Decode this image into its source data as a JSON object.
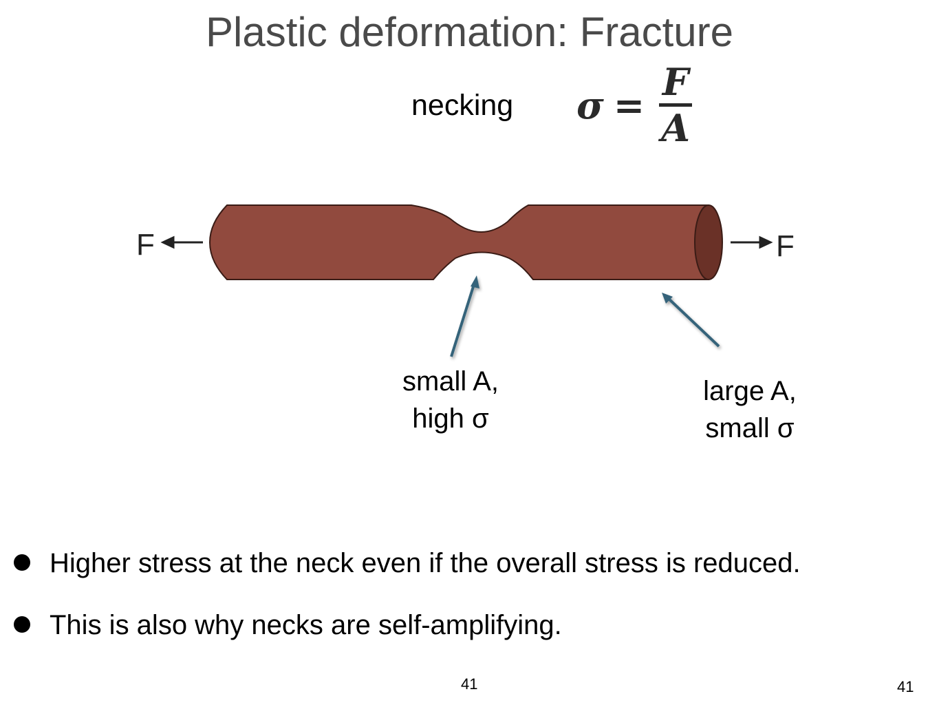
{
  "slide": {
    "title": "Plastic deformation: Fracture",
    "necking_label": "necking",
    "formula": {
      "lhs": "σ",
      "equals": "=",
      "numerator": "F",
      "denominator": "A"
    },
    "force_left": "F",
    "force_right": "F",
    "callouts": {
      "neck": [
        "small A,",
        "high σ"
      ],
      "body": [
        "large A,",
        "small σ"
      ]
    },
    "bullets": [
      "Higher stress at the neck even if the overall stress is reduced.",
      "This is also why necks are self-amplifying."
    ],
    "page_numbers": [
      "41",
      "41"
    ]
  },
  "colors": {
    "bar_fill": "#914a3e",
    "bar_end": "#6a3127",
    "arrow": "#34637a",
    "title": "#4a4a4a"
  },
  "icons": {
    "force_arrow_left": "arrow-left-icon",
    "force_arrow_right": "arrow-right-icon"
  }
}
